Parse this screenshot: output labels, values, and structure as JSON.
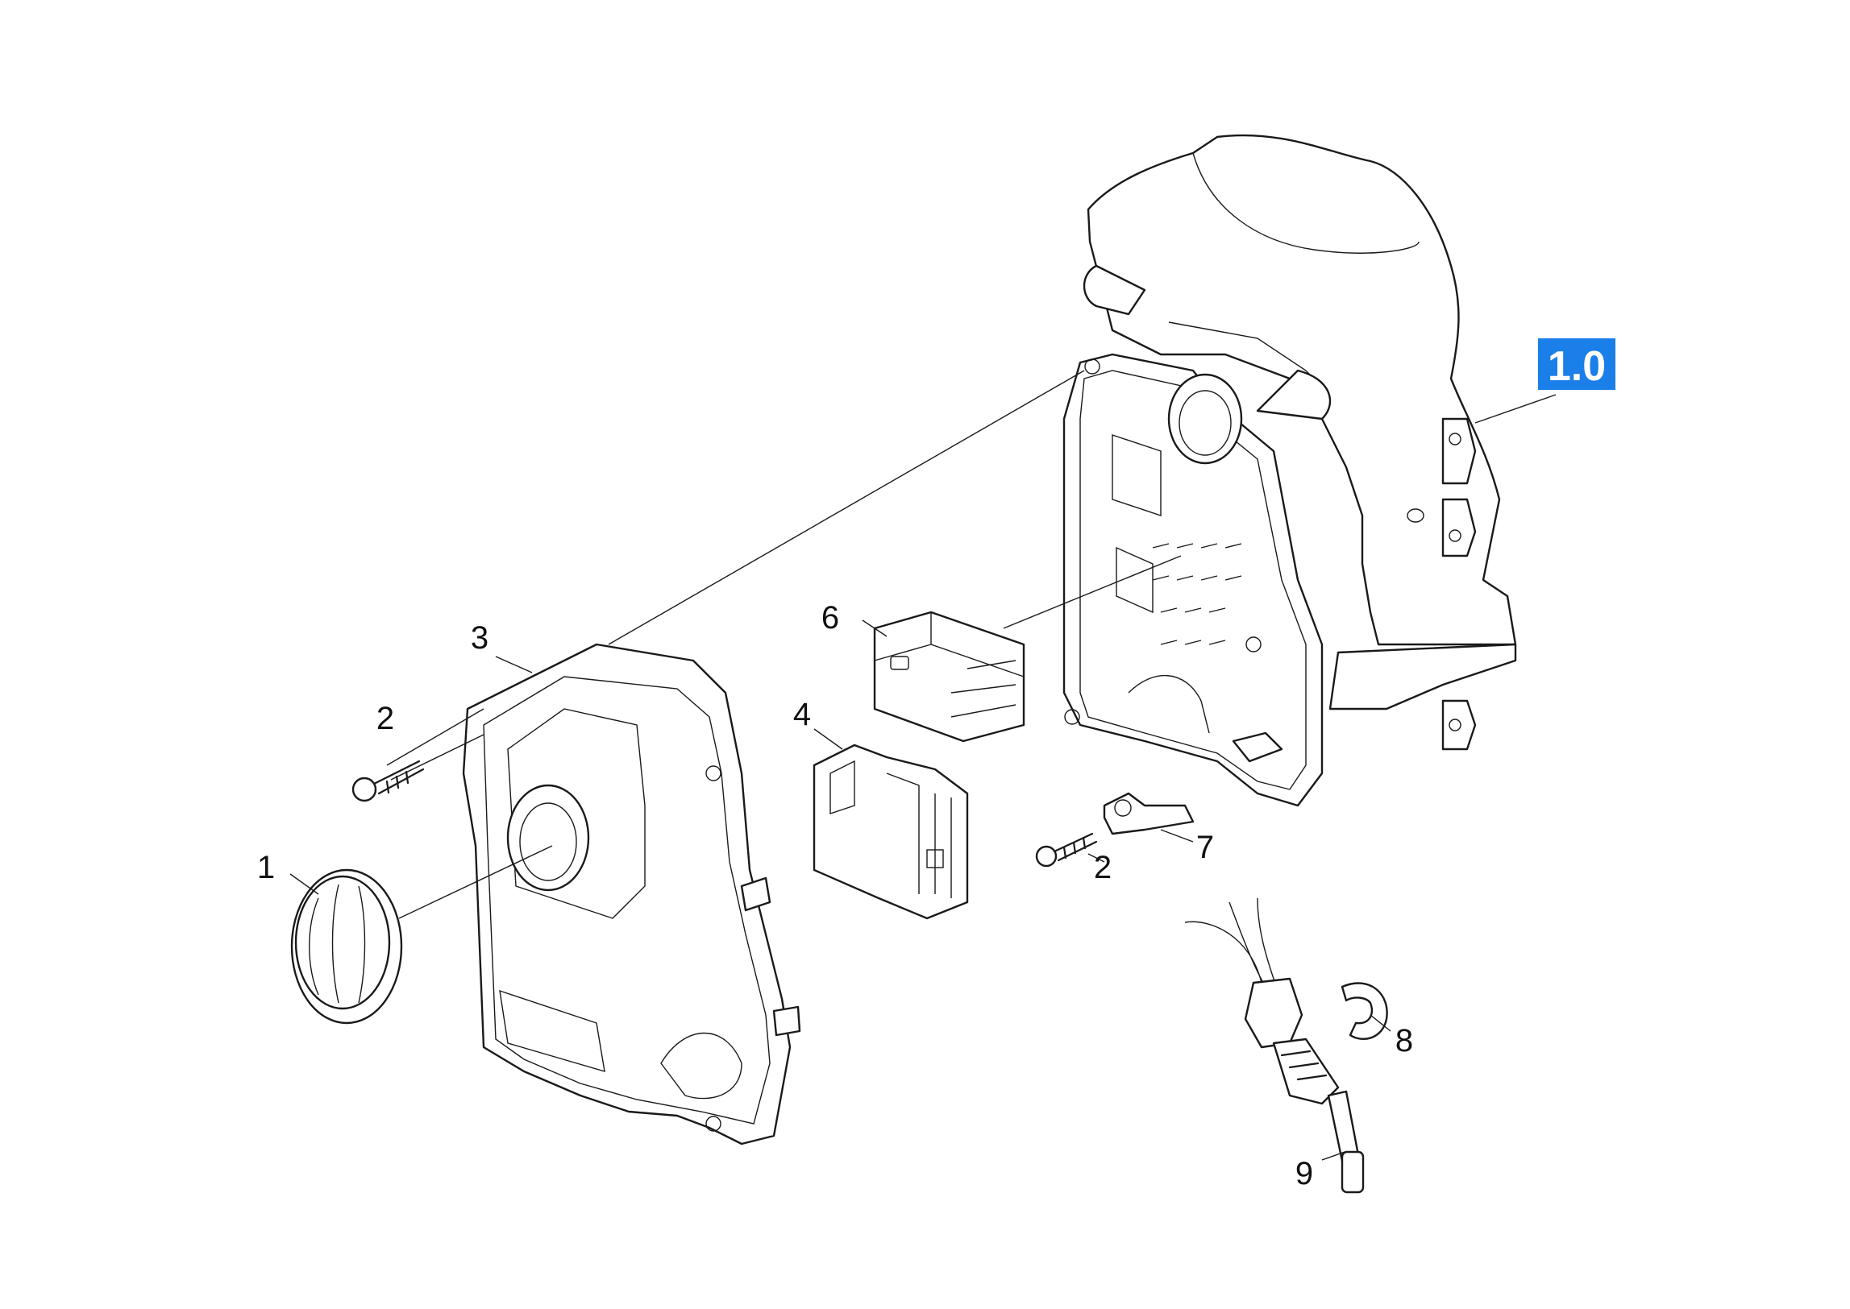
{
  "reference_badge": {
    "text": "1.0",
    "color": "#1a7fe8"
  },
  "callouts": [
    {
      "id": "1",
      "text": "1"
    },
    {
      "id": "2a",
      "text": "2"
    },
    {
      "id": "2b",
      "text": "2"
    },
    {
      "id": "3",
      "text": "3"
    },
    {
      "id": "4",
      "text": "4"
    },
    {
      "id": "6",
      "text": "6"
    },
    {
      "id": "7",
      "text": "7"
    },
    {
      "id": "8",
      "text": "8"
    },
    {
      "id": "9",
      "text": "9"
    }
  ]
}
